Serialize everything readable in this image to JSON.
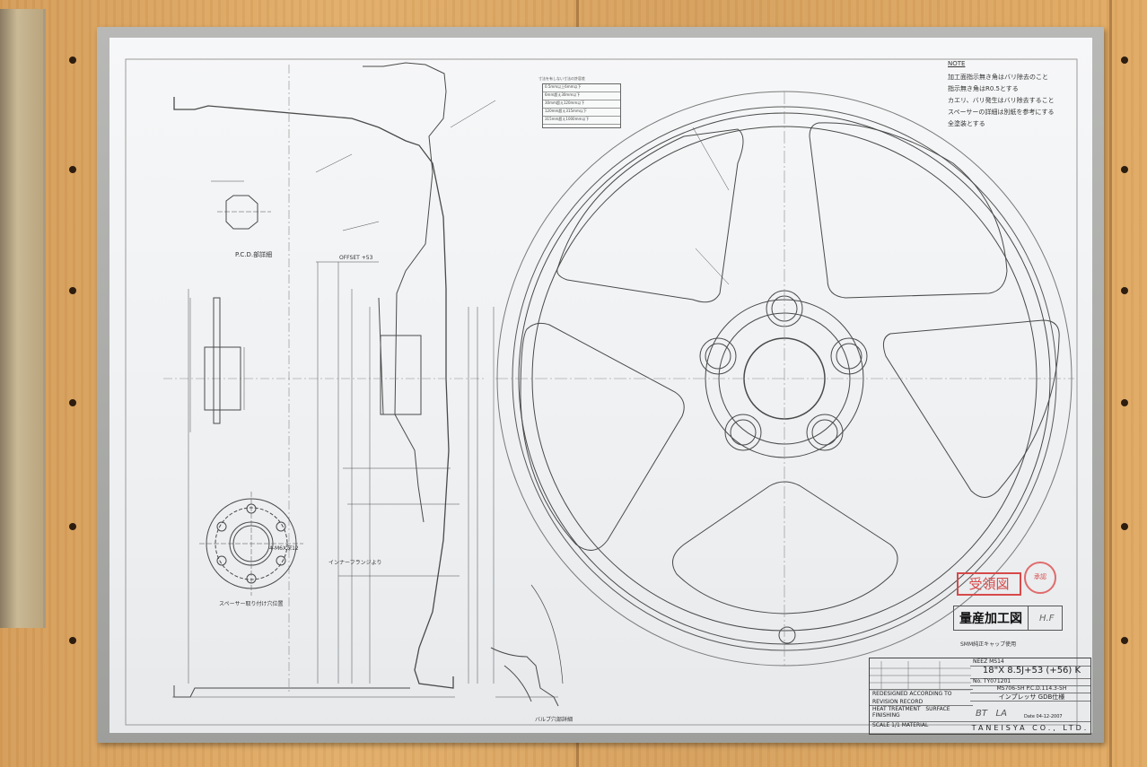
{
  "notes": {
    "title": "NOTE",
    "lines": [
      "加工面指示無き角はバリ除去のこと",
      "指示無き角はR0.5とする",
      "カエリ、バリ発生はバリ除去すること",
      "スペーサーの詳細は別紙を参考にする",
      "全塗装とする"
    ]
  },
  "labels": {
    "pcd_detail": "P.C.D.部詳細",
    "spacer_hole_position": "スペーサー取り付け穴位置",
    "inner_flange": "インナーフランジより",
    "valve_hole_detail": "バルブ穴部詳細",
    "offset": "OFFSET",
    "offset_value": "+53",
    "thread": "4-M6X深12"
  },
  "stamp": {
    "received": "受領図",
    "seal": "承認"
  },
  "title_block_main": {
    "drawing_type": "量産加工図",
    "sign": "H.F"
  },
  "cap_note": "SMM純正キャップ使用",
  "title_block": {
    "name": "NEEZ MS14",
    "spec": "18\"X 8.5J+53 (+56) K",
    "drawing_no": "No. TY071201",
    "model": "MS706-5H  P.C.D.114.3-5H",
    "car": "インプレッサ GDB仕様",
    "revision": "REDESIGNED ACCORDING TO REVISION RECORD",
    "heat_treatment": "HEAT TREATMENT",
    "surface_finishing": "SURFACE FINISHING",
    "scale": "SCALE 1/1 MATERIAL",
    "company": "TANEISYA CO., LTD.",
    "date": "Date 04-12-2007"
  },
  "tolerance_table": {
    "title": "寸法を有しない寸法の許容差",
    "rows": [
      "0.5mm以上6mm以下",
      "6mm超え30mm以下",
      "30mm超え120mm以下",
      "120mm超え315mm以下",
      "315mm超え1000mm以下"
    ]
  },
  "colors": {
    "wall": "#d9a35e",
    "frame": "#a9aaa7",
    "paper": "#f1f3f4",
    "ink": "#4a4a4a",
    "stamp": "#d74a4a"
  }
}
